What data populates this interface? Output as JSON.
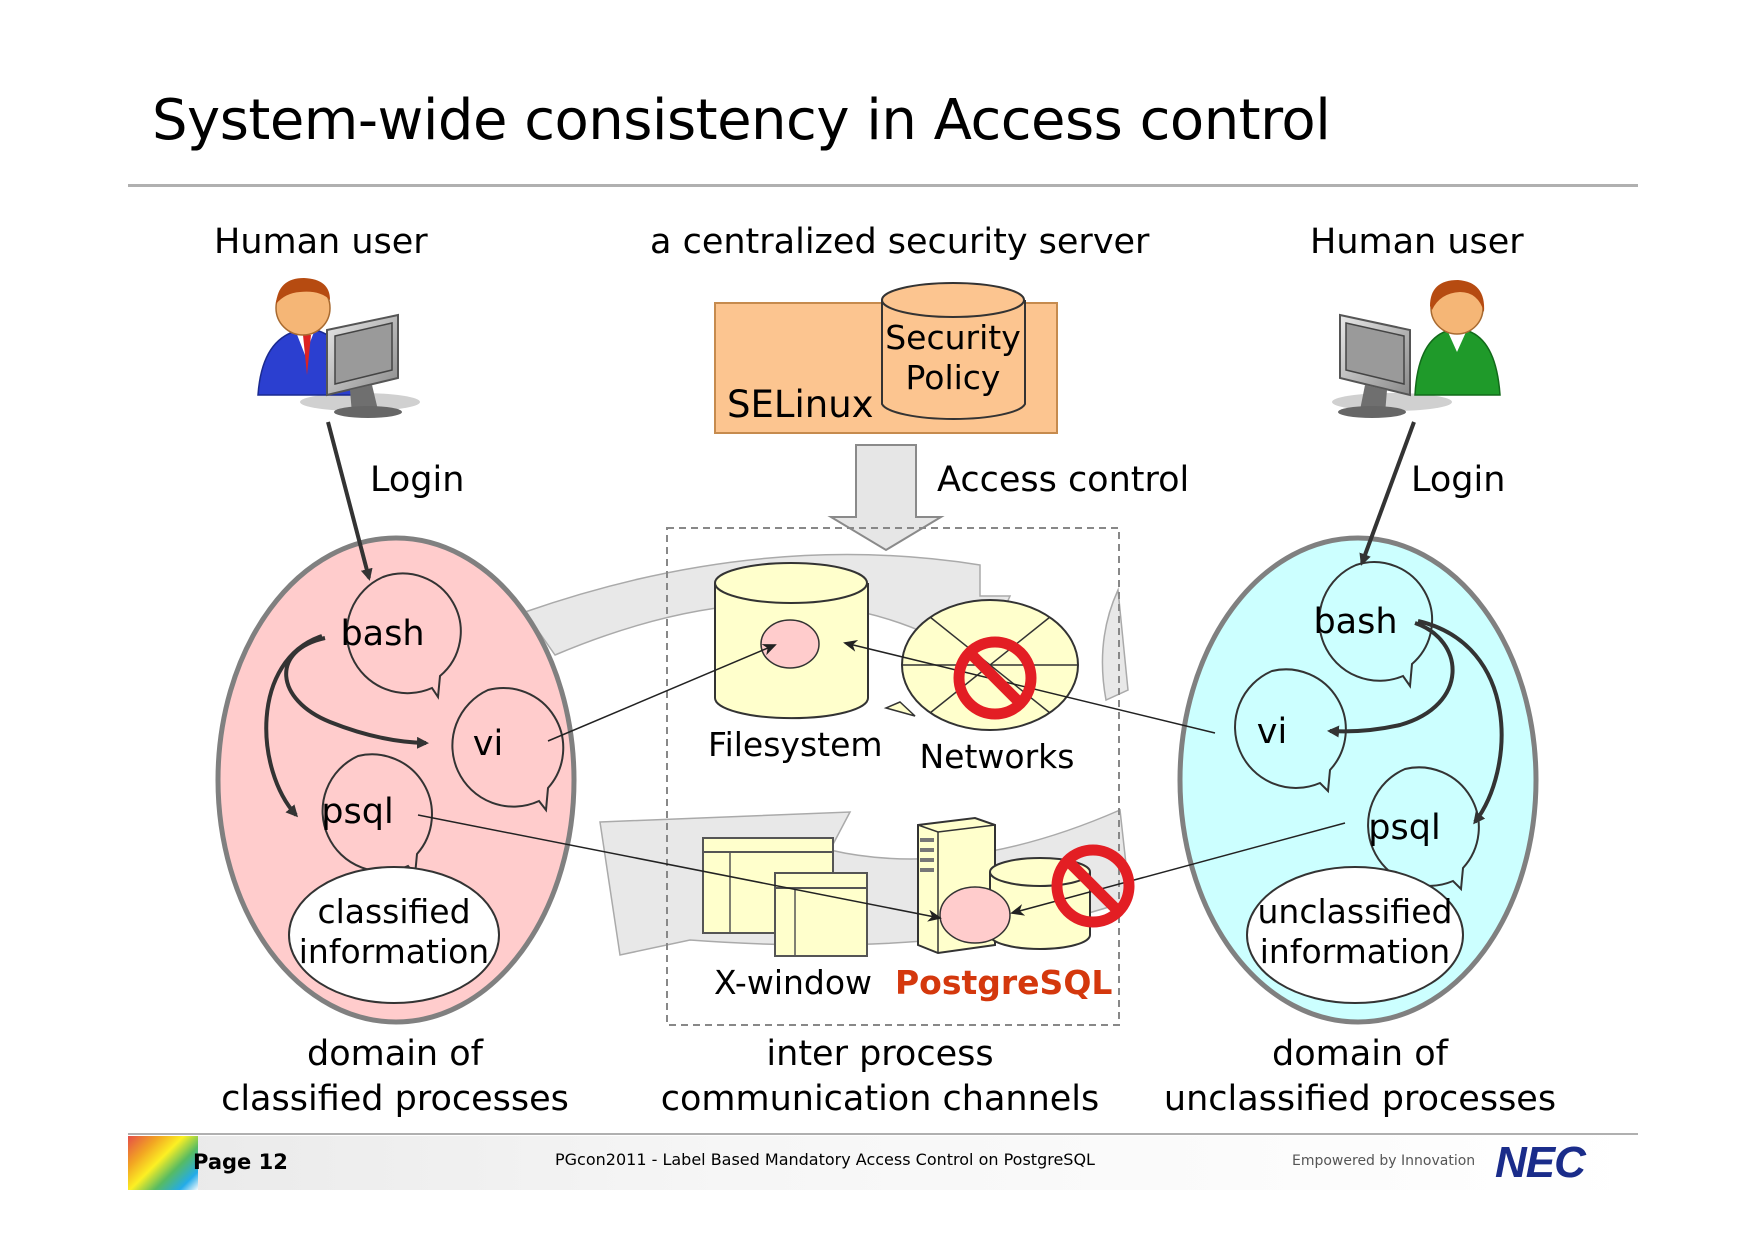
{
  "title": "System-wide consistency in Access control",
  "labels": {
    "human_user_left": "Human user",
    "human_user_right": "Human user",
    "security_server": "a centralized security server",
    "login_left": "Login",
    "login_right": "Login",
    "access_control": "Access control",
    "selinux": "SELinux",
    "security_policy_line1": "Security",
    "security_policy_line2": "Policy"
  },
  "classified_domain": {
    "processes": [
      "bash",
      "vi",
      "psql"
    ],
    "info_line1": "classified",
    "info_line2": "information",
    "caption_line1": "domain of",
    "caption_line2": "classified processes"
  },
  "unclassified_domain": {
    "processes": [
      "bash",
      "vi",
      "psql"
    ],
    "info_line1": "unclassified",
    "info_line2": "information",
    "caption_line1": "domain of",
    "caption_line2": "unclassified processes"
  },
  "ipc": {
    "filesystem": "Filesystem",
    "networks": "Networks",
    "xwindow": "X-window",
    "postgresql": "PostgreSQL",
    "caption_line1": "inter process",
    "caption_line2": "communication channels"
  },
  "footer": {
    "page": "Page 12",
    "text": "PGcon2011 - Label Based Mandatory Access Control on PostgreSQL",
    "tagline": "Empowered by Innovation",
    "logo": "NEC"
  },
  "colors": {
    "classified_fill": "#ffcccc",
    "unclassified_fill": "#ccffff",
    "server_fill": "#fcc590",
    "channel_fill": "#ffffcc",
    "deny": "#e31e24",
    "postgresql_text": "#d4380d"
  }
}
